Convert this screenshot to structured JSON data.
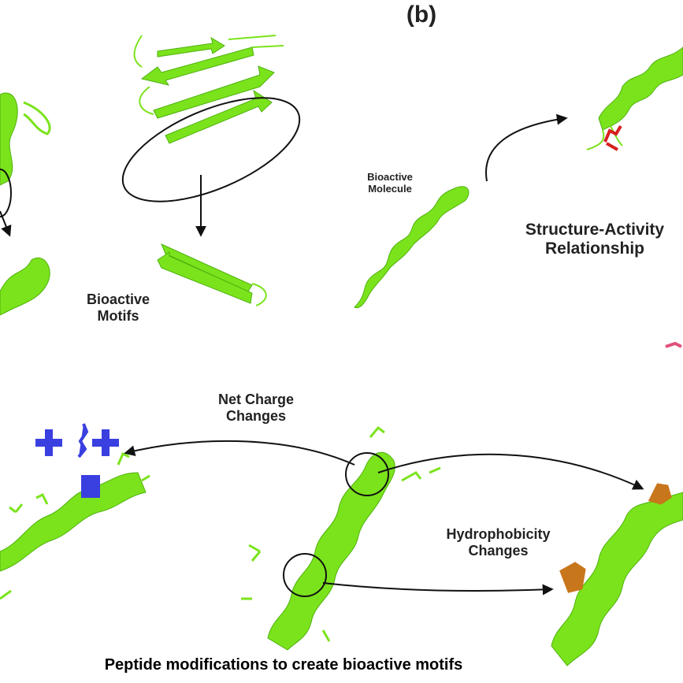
{
  "panel_label": "(b)",
  "labels": {
    "bioactive_motifs": [
      "Bioactive",
      "Motifs"
    ],
    "bioactive_molecule": [
      "Bioactive",
      "Molecule"
    ],
    "sar": [
      "Structure-Activity",
      "Relationship"
    ],
    "net_charge": [
      "Net Charge",
      "Changes"
    ],
    "hydrophobicity": [
      "Hydrophobicity",
      "Changes"
    ],
    "caption": "Peptide modifications to create bioactive motifs"
  },
  "colors": {
    "ribbon": "#7be31c",
    "ribbon_dark": "#4fb10e",
    "positive_charge": "#3a3fe0",
    "acidic_residue": "#d62020",
    "hydrophobic_residue": "#c8761c",
    "arrow": "#111111"
  },
  "icons": [
    "plus-charge-icon",
    "plus-charge-icon"
  ]
}
